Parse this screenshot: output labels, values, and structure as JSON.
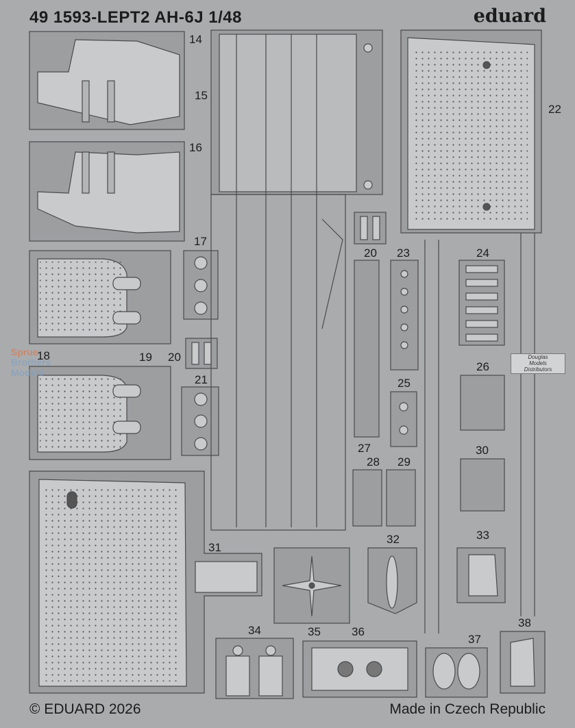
{
  "header": {
    "title": "49 1593-LEPT2  AH-6J    1/48",
    "brand": "eduard"
  },
  "footer": {
    "copyright": "© EDUARD 2026",
    "origin": "Made in Czech Republic"
  },
  "watermark": {
    "line1": "Sprue",
    "line2": "Brothers",
    "line3": "Models"
  },
  "distributor_stamp": [
    "Douglas",
    "Models",
    "Distributors"
  ],
  "part_labels": [
    "14",
    "15",
    "16",
    "17",
    "18",
    "19",
    "20",
    "20",
    "21",
    "22",
    "23",
    "24",
    "25",
    "26",
    "27",
    "28",
    "29",
    "30",
    "31",
    "32",
    "33",
    "34",
    "35",
    "36",
    "37",
    "38"
  ],
  "colors": {
    "background": "#a9abad",
    "fret": "#9c9ea0",
    "part": "#c9cacc",
    "outline": "#4a4a4a",
    "text": "#1c1c1c"
  }
}
